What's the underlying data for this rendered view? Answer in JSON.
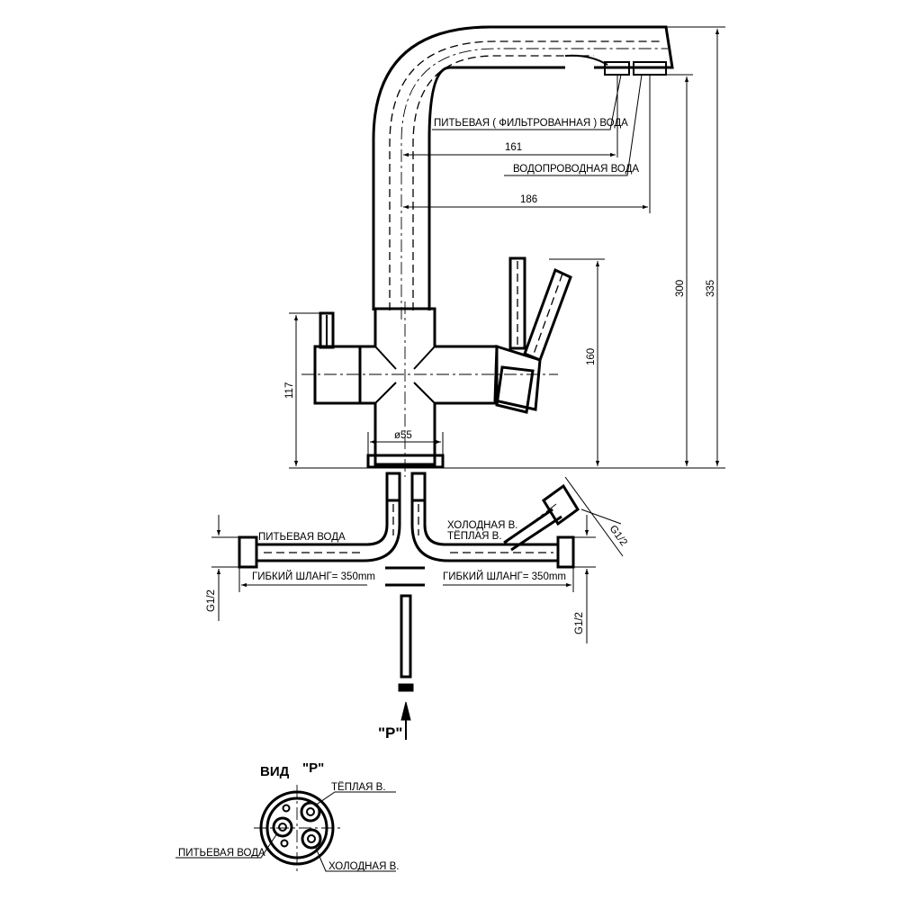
{
  "labels": {
    "filtered_water": "ПИТЬЕВАЯ  ( ФИЛЬТРОВАННАЯ ) ВОДА",
    "tap_water": "ВОДОПРОВОДНАЯ  ВОДА",
    "drinking_water": "ПИТЬЕВАЯ  ВОДА",
    "cold_water": "ХОЛОДНАЯ  В.",
    "warm_water": "ТЁПЛАЯ  В.",
    "hose_left": "ГИБКИЙ  ШЛАНГ= 350mm",
    "hose_right": "ГИБКИЙ  ШЛАНГ= 350mm",
    "view_arrow": "\"Р\"",
    "view_title": "ВИД",
    "view_letter": "\"Р\"",
    "view_warm": "ТЁПЛАЯ  В.",
    "view_drinking": "ПИТЬЕВАЯ  ВОДА",
    "view_cold": "ХОЛОДНАЯ  В."
  },
  "dimensions": {
    "reach_filtered": "161",
    "reach_tap": "186",
    "height_total": "335",
    "height_spout": "300",
    "height_body": "160",
    "height_left": "117",
    "base_diameter": "ø55",
    "thread_left": "G1/2",
    "thread_right": "G1/2",
    "thread_angled": "G1/2"
  }
}
